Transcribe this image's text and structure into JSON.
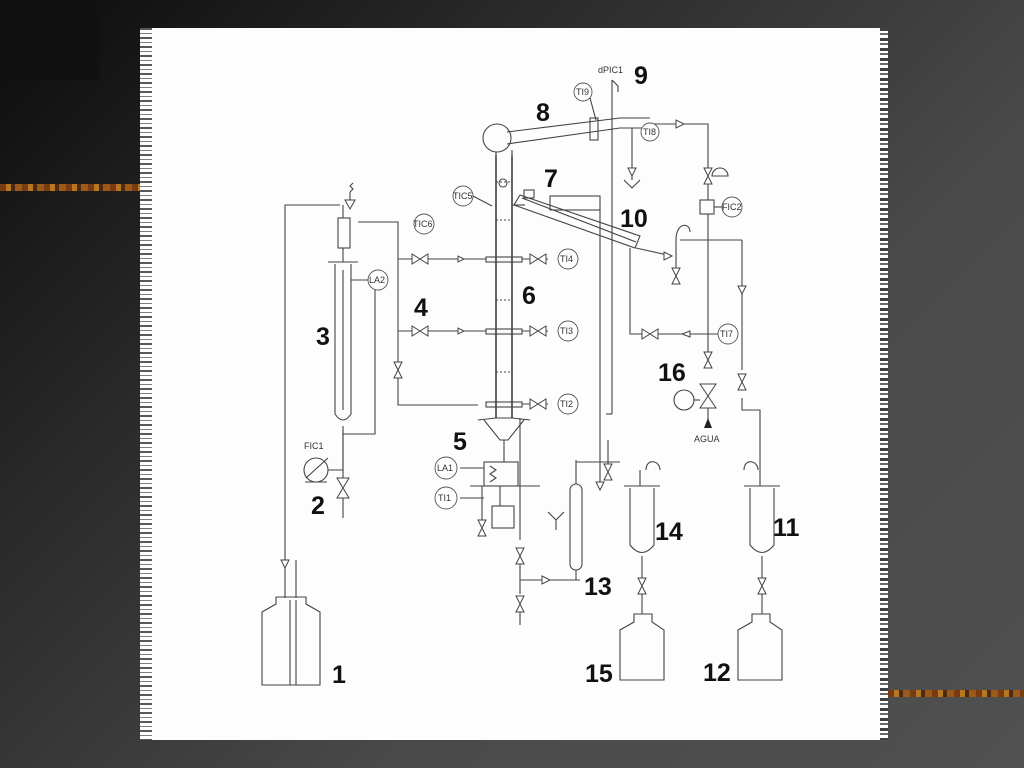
{
  "diagram": {
    "numbers": [
      "1",
      "2",
      "3",
      "4",
      "5",
      "6",
      "7",
      "8",
      "9",
      "10",
      "11",
      "12",
      "13",
      "14",
      "15",
      "16"
    ],
    "tags": {
      "dpic1": "dPIC1",
      "ti1": "TI1",
      "ti2": "TI2",
      "ti3": "TI3",
      "ti4": "TI4",
      "tic5": "TIC5",
      "tic6": "TIC6",
      "ti7": "TI7",
      "ti8": "TI8",
      "ti9": "TI9",
      "fic1": "FIC1",
      "fic2": "FIC2",
      "la1": "LA1",
      "la2": "LA2",
      "agua": "AGUA"
    }
  }
}
